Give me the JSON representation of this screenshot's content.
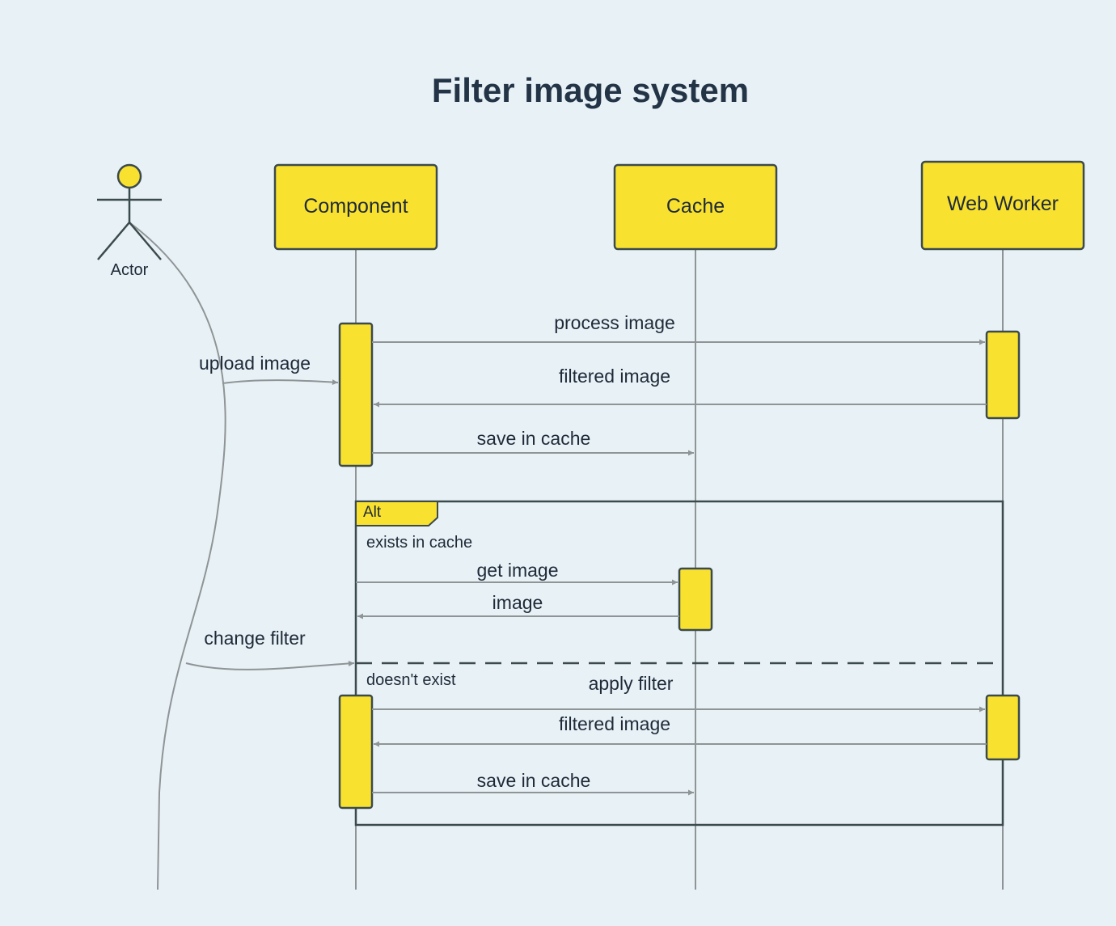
{
  "title": "Filter image system",
  "colors": {
    "background": "#e8f1f6",
    "box_fill": "#f9e12f",
    "box_stroke": "#3b4a4c",
    "line": "#8f9496",
    "text": "#1e2a38"
  },
  "actor": {
    "label": "Actor"
  },
  "participants": [
    "Component",
    "Cache",
    "Web Worker"
  ],
  "messages": {
    "upload_image": "upload image",
    "process_image": "process image",
    "filtered_image_1": "filtered image",
    "save_in_cache_1": "save in cache",
    "get_image": "get image",
    "image": "image",
    "change_filter": "change filter",
    "apply_filter": "apply filter",
    "filtered_image_2": "filtered image",
    "save_in_cache_2": "save in cache"
  },
  "alt_frame": {
    "label": "Alt",
    "guard_1": "exists in cache",
    "guard_2": "doesn't exist"
  }
}
